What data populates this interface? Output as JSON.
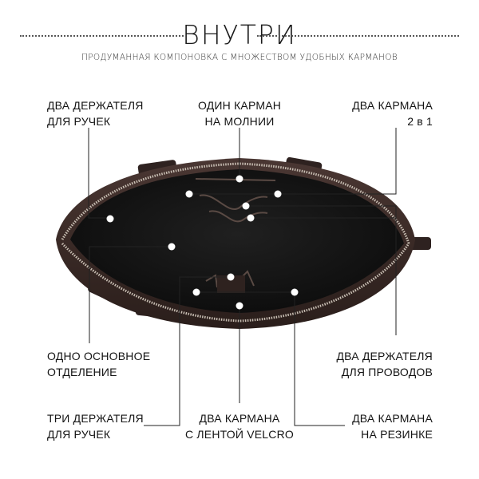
{
  "header": {
    "title": "ВНУТРИ",
    "subtitle": "ПРОДУМАННАЯ КОМПОНОВКА С МНОЖЕСТВОМ УДОБНЫХ КАРМАНОВ"
  },
  "callouts": {
    "top_left": {
      "line1": "ДВА ДЕРЖАТЕЛЯ",
      "line2": "ДЛЯ РУЧЕК"
    },
    "top_center": {
      "line1": "ОДИН КАРМАН",
      "line2": "НА МОЛНИИ"
    },
    "top_right": {
      "line1": "ДВА КАРМАНА",
      "line2": "2 в 1"
    },
    "mid_left": {
      "line1": "ОДНО ОСНОВНОЕ",
      "line2": "ОТДЕЛЕНИЕ"
    },
    "mid_right": {
      "line1": "ДВА ДЕРЖАТЕЛЯ",
      "line2": "ДЛЯ ПРОВОДОВ"
    },
    "bottom_left": {
      "line1": "ТРИ ДЕРЖАТЕЛЯ",
      "line2": "ДЛЯ РУЧЕК"
    },
    "bottom_center": {
      "line1": "ДВА КАРМАНА",
      "line2": "С ЛЕНТОЙ VELCRO"
    },
    "bottom_right": {
      "line1": "ДВА КАРМАНА",
      "line2": "НА РЕЗИНКЕ"
    }
  },
  "colors": {
    "leather": "#3a2a26",
    "lining": "#141414",
    "zipper": "#c9bfb4",
    "marker": "#ffffff",
    "line": "#222222"
  },
  "image": {
    "subject": "open leather briefcase, top view, interior compartments"
  }
}
